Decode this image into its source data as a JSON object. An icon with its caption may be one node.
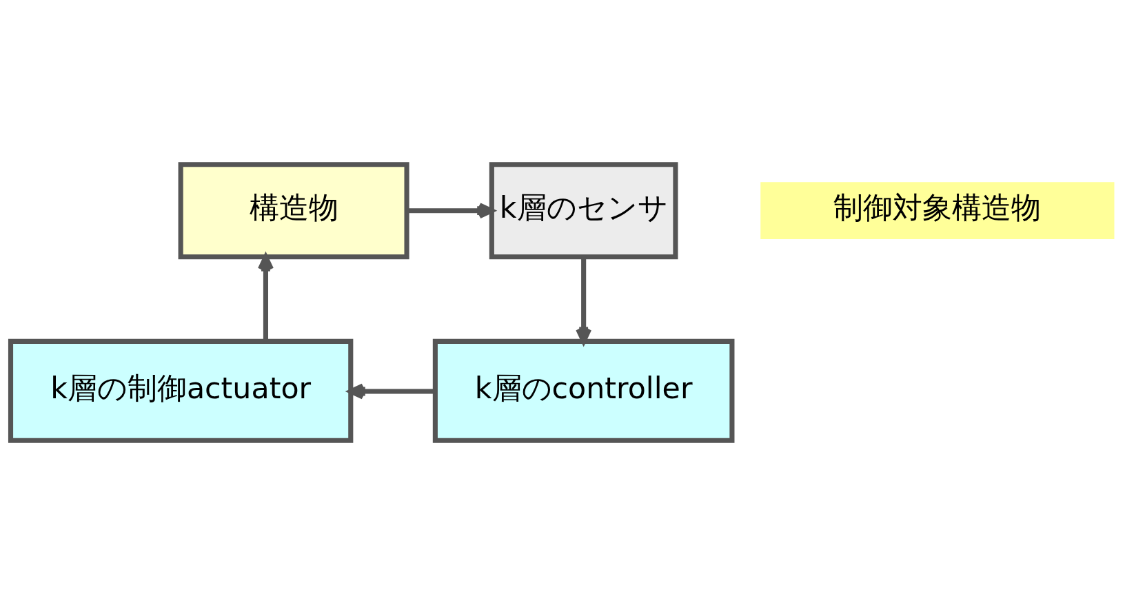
{
  "diagram": {
    "nodes": [
      {
        "text": [
          "構造物"
        ]
      },
      {
        "text": [
          "k層のセンサ"
        ]
      },
      {
        "text": [
          "k層のcontroller"
        ]
      },
      {
        "text": [
          "k層の制御actuator"
        ]
      },
      {
        "text": [
          "制御対象構造物"
        ]
      }
    ],
    "edges": [
      {
        "from": 0,
        "to": 1,
        "arrow": "to"
      },
      {
        "from": 1,
        "to": 2,
        "arrow": "to"
      },
      {
        "from": 2,
        "to": 3,
        "arrow": "to"
      },
      {
        "from": 3,
        "to": 0,
        "arrow": "to"
      }
    ]
  }
}
